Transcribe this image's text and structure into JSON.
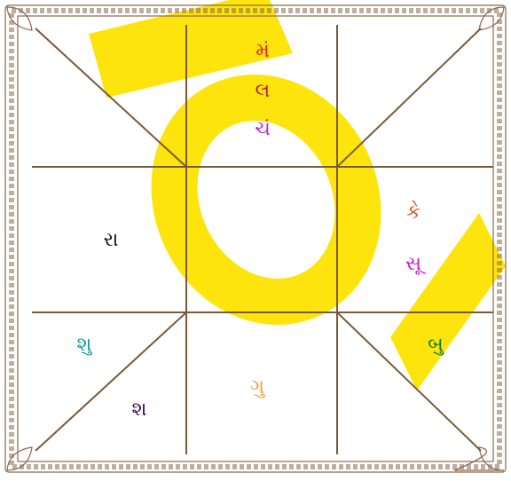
{
  "chart": {
    "style": "north-indian-kundli",
    "line_color": "#7a5a3c",
    "border_color": "#8a6a4e",
    "watermark_color": "#fde300"
  },
  "houses": [
    {
      "house": 1,
      "planets": [
        {
          "label": "મં",
          "color": "#e0201c"
        },
        {
          "label": "લ",
          "color": "#b61e3c"
        },
        {
          "label": "ચં",
          "color": "#c020d8"
        }
      ]
    },
    {
      "house": 2,
      "planets": []
    },
    {
      "house": 3,
      "planets": []
    },
    {
      "house": 4,
      "planets": [
        {
          "label": "રા",
          "color": "#141414"
        }
      ]
    },
    {
      "house": 5,
      "planets": [
        {
          "label": "શુ",
          "color": "#109c9c"
        }
      ]
    },
    {
      "house": 6,
      "planets": [
        {
          "label": "શ",
          "color": "#3c0a4e"
        }
      ]
    },
    {
      "house": 7,
      "planets": [
        {
          "label": "ગુ",
          "color": "#f0a02c"
        }
      ]
    },
    {
      "house": 8,
      "planets": []
    },
    {
      "house": 9,
      "planets": [
        {
          "label": "બુ",
          "color": "#0c7a14"
        }
      ]
    },
    {
      "house": 10,
      "planets": [
        {
          "label": "કે",
          "color": "#c8541e"
        },
        {
          "label": "સૂ",
          "color": "#d414d4"
        }
      ]
    },
    {
      "house": 11,
      "planets": []
    },
    {
      "house": 12,
      "planets": []
    }
  ]
}
